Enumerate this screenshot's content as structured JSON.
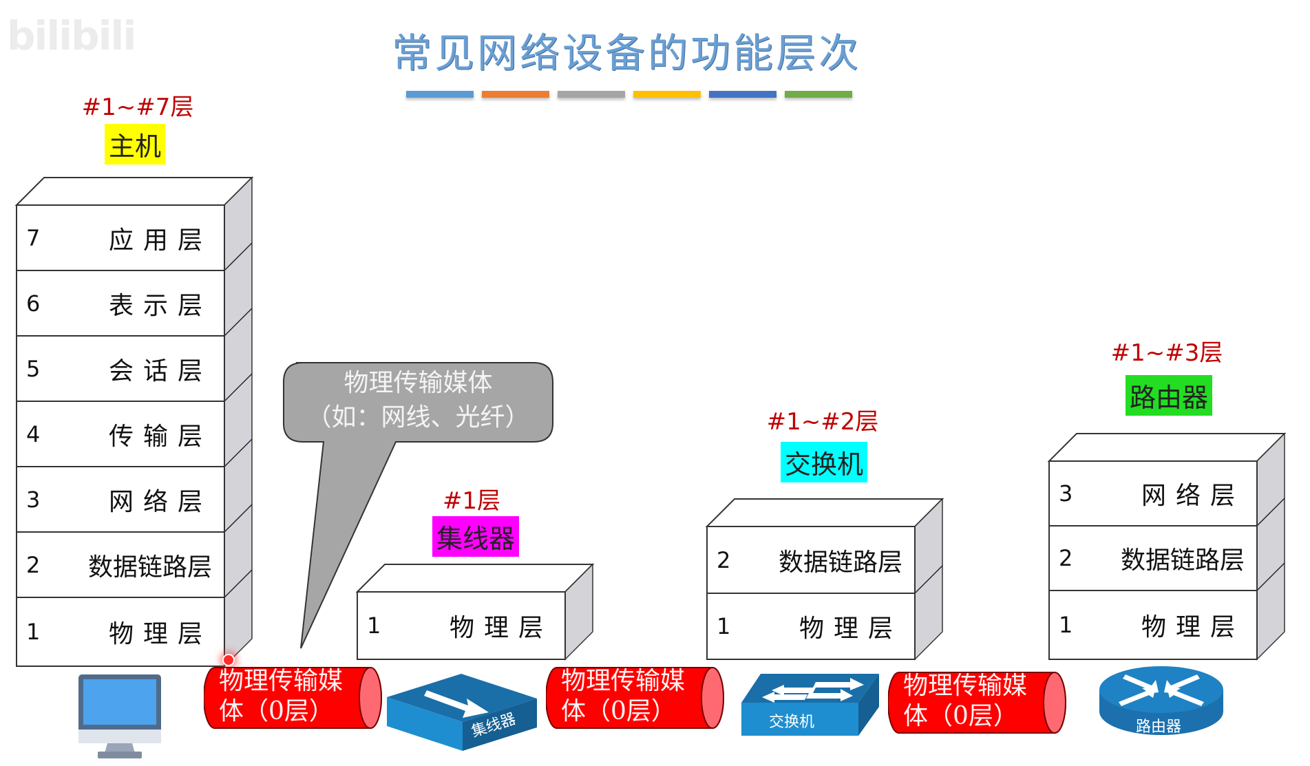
{
  "watermark": "bilibili",
  "title": "常见网络设备的功能层次",
  "accent_bars": [
    "#5b9bd5",
    "#ed7d31",
    "#a5a5a5",
    "#ffc000",
    "#4472c4",
    "#70ad47"
  ],
  "colors": {
    "title": "#6a9fd4",
    "layer_tag": "#c00000",
    "host_highlight": "#ffff00",
    "hub_highlight": "#ff00ff",
    "switch_highlight": "#00ffff",
    "router_highlight": "#00e000",
    "medium_fill": "#ff0000",
    "device_icon_blue": "#1f78b4",
    "callout_fill": "#a6a6a6"
  },
  "host": {
    "layer_range": "#1~#7层",
    "name": "主机",
    "layers": [
      {
        "num": "7",
        "name": "应用层"
      },
      {
        "num": "6",
        "name": "表示层"
      },
      {
        "num": "5",
        "name": "会话层"
      },
      {
        "num": "4",
        "name": "传输层"
      },
      {
        "num": "3",
        "name": "网络层"
      },
      {
        "num": "2",
        "name": "数据链路层"
      },
      {
        "num": "1",
        "name": "物理层"
      }
    ]
  },
  "callout": {
    "line1": "物理传输媒体",
    "line2": "（如：网线、光纤）"
  },
  "hub": {
    "layer_range": "#1层",
    "name": "集线器",
    "icon_label": "集线器",
    "layers": [
      {
        "num": "1",
        "name": "物理层"
      }
    ]
  },
  "switch": {
    "layer_range": "#1~#2层",
    "name": "交换机",
    "icon_label": "交换机",
    "layers": [
      {
        "num": "2",
        "name": "数据链路层"
      },
      {
        "num": "1",
        "name": "物理层"
      }
    ]
  },
  "router": {
    "layer_range": "#1~#3层",
    "name": "路由器",
    "icon_label": "路由器",
    "layers": [
      {
        "num": "3",
        "name": "网络层"
      },
      {
        "num": "2",
        "name": "数据链路层"
      },
      {
        "num": "1",
        "name": "物理层"
      }
    ]
  },
  "media": [
    {
      "line1": "物理传输媒",
      "line2": "体（0层）"
    },
    {
      "line1": "物理传输媒",
      "line2": "体（0层）"
    },
    {
      "line1": "物理传输媒",
      "line2": "体（0层）"
    }
  ]
}
